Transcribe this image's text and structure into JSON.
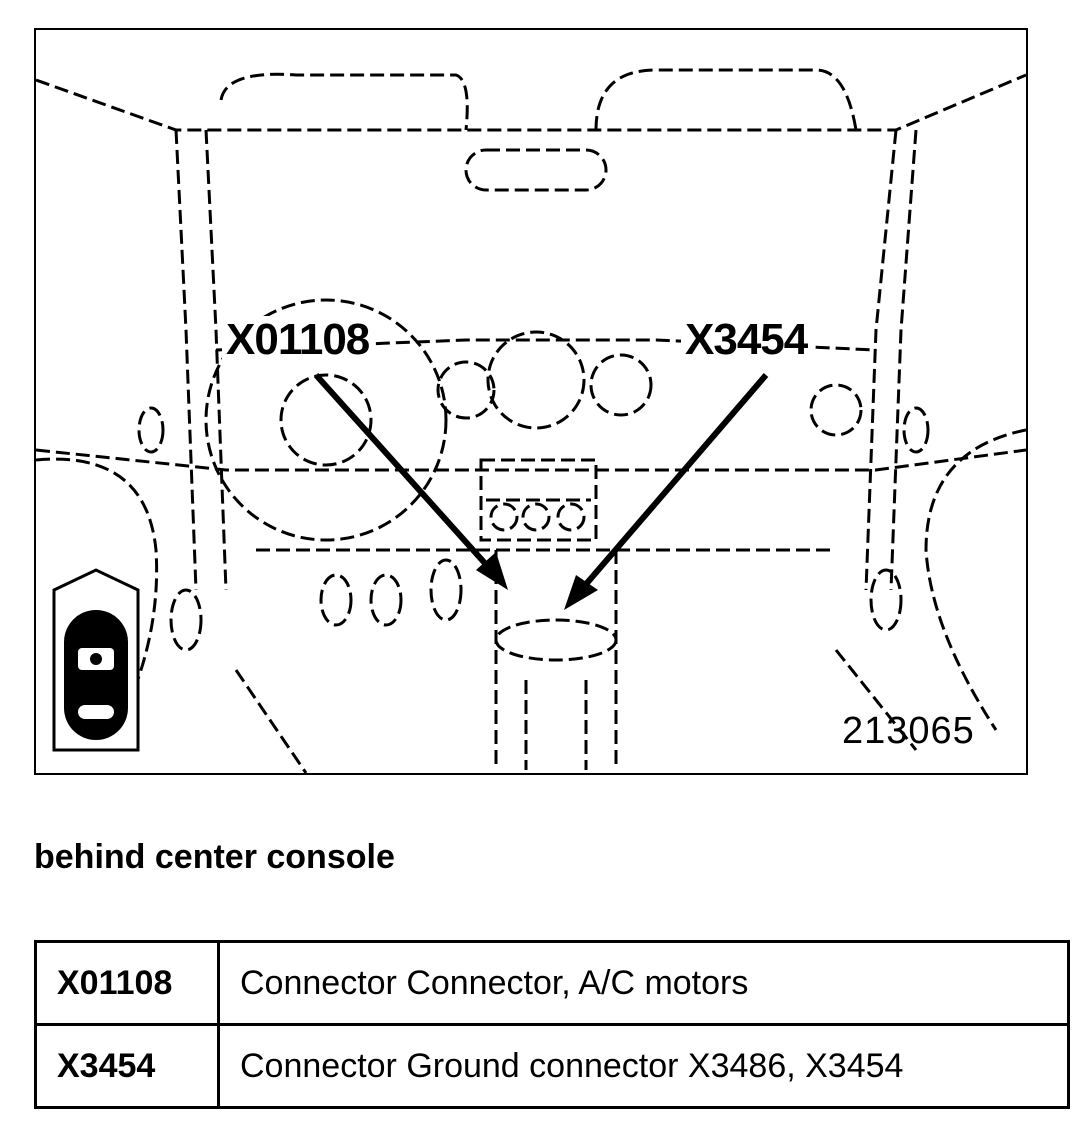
{
  "figure": {
    "callouts": [
      "X01108",
      "X3454"
    ],
    "figure_number": "213065"
  },
  "caption": "behind center console",
  "table": {
    "rows": [
      {
        "code": "X01108",
        "description": "Connector Connector, A/C motors"
      },
      {
        "code": "X3454",
        "description": "Connector Ground connector X3486, X3454"
      }
    ]
  }
}
